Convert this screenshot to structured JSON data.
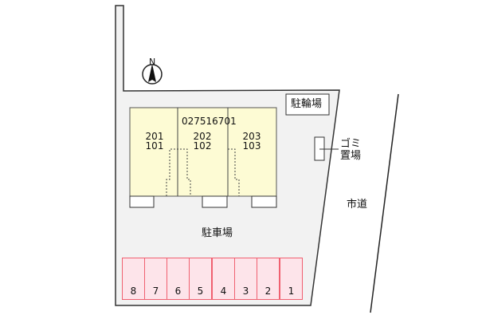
{
  "map": {
    "north_label": "N",
    "property_code": "027516701",
    "bicycle_parking": "駐輪場",
    "garbage_area": [
      "ゴミ",
      "置場"
    ],
    "road_label": "市道",
    "parking_label": "駐車場",
    "units": [
      {
        "upper": "201",
        "lower": "101"
      },
      {
        "upper": "202",
        "lower": "102"
      },
      {
        "upper": "203",
        "lower": "103"
      }
    ],
    "parking_spaces": [
      "8",
      "7",
      "6",
      "5",
      "4",
      "3",
      "2",
      "1"
    ]
  },
  "colors": {
    "lot": "#f2f2f2",
    "building": "#fdfbd4",
    "parking_fill": "#fde4ea",
    "parking_border": "#f06070"
  }
}
